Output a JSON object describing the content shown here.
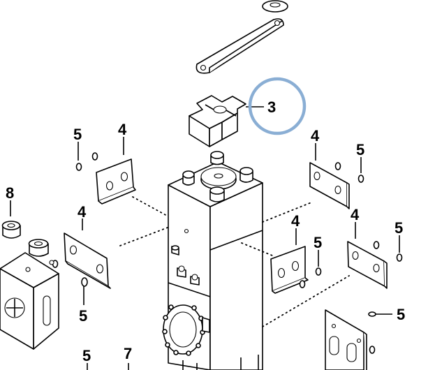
{
  "callouts": {
    "c3": "3",
    "c4a": "4",
    "c4b": "4",
    "c4c": "4",
    "c4d": "4",
    "c4e": "4",
    "c5a": "5",
    "c5b": "5",
    "c5c": "5",
    "c5d": "5",
    "c5e": "5",
    "c5f": "5",
    "c5g": "5",
    "c7": "7",
    "c8": "8"
  },
  "highlight": {
    "target": "3",
    "color": "#8aaed4"
  }
}
